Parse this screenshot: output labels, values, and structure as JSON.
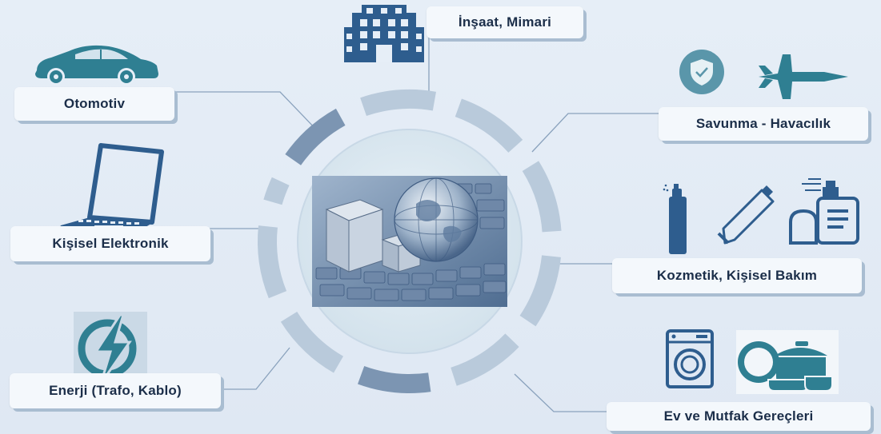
{
  "categories": {
    "insaat": "İnşaat, Mimari",
    "otomotiv": "Otomotiv",
    "savunma": "Savunma - Havacılık",
    "elektronik": "Kişisel  Elektronik",
    "kozmetik": "Kozmetik, Kişisel  Bakım",
    "enerji": "Enerji (Trafo, Kablo)",
    "ev_mutfak": "Ev ve Mutfak Gereçleri"
  },
  "icons": {
    "insaat": "building-icon",
    "otomotiv": "car-icon",
    "savunma_1": "shield-icon",
    "savunma_2": "jet-icon",
    "elektronik": "laptop-icon",
    "kozmetik_1": "spray-can-icon",
    "kozmetik_2": "tube-icon",
    "kozmetik_3": "perfume-icon",
    "enerji": "lightning-icon",
    "ev_1": "washing-machine-icon",
    "ev_2": "cookware-icon",
    "center": "globe-keyboard-photo"
  },
  "colors": {
    "primary": "#2e5d8e",
    "segment_dark": "#7c95b2",
    "segment_light": "#b9cadb",
    "teal": "#2f7f92",
    "label_bg": "#f4f8fc",
    "label_text": "#1b2e49"
  }
}
